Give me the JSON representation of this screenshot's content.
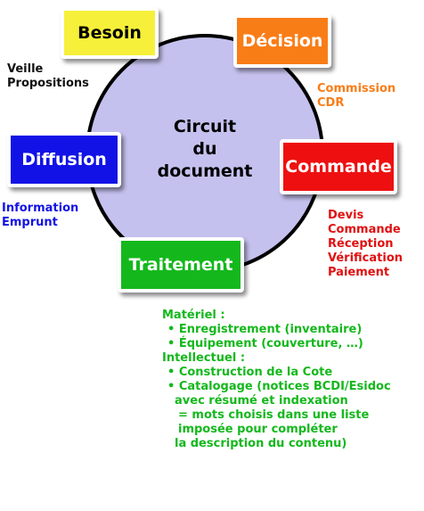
{
  "center": {
    "line1": "Circuit",
    "line2": "du",
    "line3": "document"
  },
  "stages": {
    "besoin": "Besoin",
    "decision": "Décision",
    "diffusion": "Diffusion",
    "commande": "Commande",
    "traitement": "Traitement"
  },
  "notes": {
    "besoin": [
      "Veille",
      "Propositions"
    ],
    "decision": [
      "Commission",
      "CDR"
    ],
    "diffusion": [
      "Information",
      "Emprunt"
    ],
    "commande": [
      "Devis",
      "Commande",
      "Réception",
      "Vérification",
      "Paiement"
    ],
    "traitement": [
      "Matériel :",
      "• Enregistrement (inventaire)",
      "• Équipement (couverture, …)",
      "Intellectuel :",
      "• Construction de la Cote",
      "• Catalogage (notices BCDI/Esidoc",
      "avec résumé et indexation",
      "= mots choisis dans une liste",
      "imposée pour compléter",
      "la description du contenu)"
    ]
  },
  "colors": {
    "circle": "#c5c1ee",
    "besoin": "#f7f03a",
    "decision": "#f97d17",
    "diffusion": "#1212e6",
    "commande": "#ee1010",
    "traitement": "#14b81c"
  }
}
